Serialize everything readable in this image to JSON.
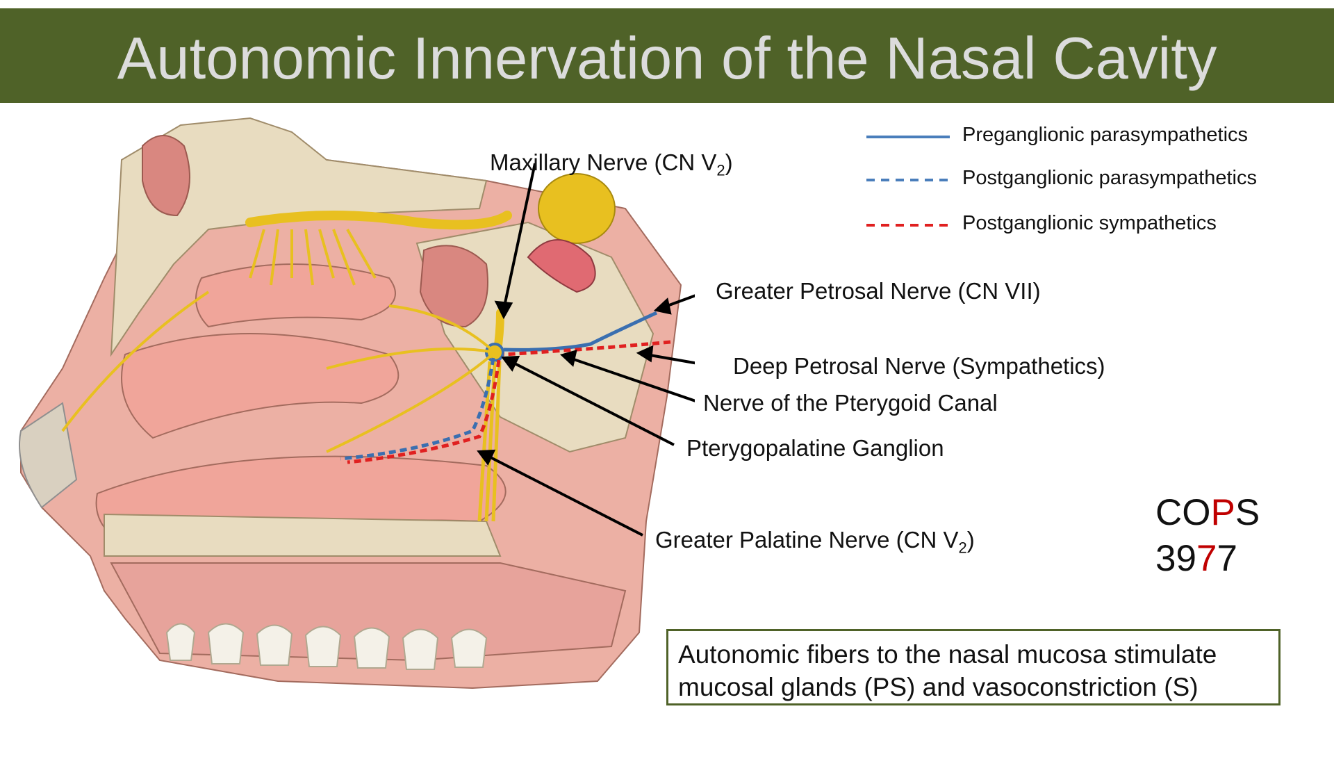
{
  "title": "Autonomic Innervation of the Nasal Cavity",
  "legend": [
    {
      "label": "Preganglionic parasympathetics",
      "color": "#4a7ebb",
      "style": "solid"
    },
    {
      "label": "Postganglionic parasympathetics",
      "color": "#4a7ebb",
      "style": "dashed"
    },
    {
      "label": "Postganglionic sympathetics",
      "color": "#e02020",
      "style": "dashed"
    }
  ],
  "labels": {
    "maxillary": {
      "main": "Maxillary Nerve (CN V",
      "sub": "2",
      "end": ")"
    },
    "greater_petrosal": "Greater Petrosal Nerve (CN VII)",
    "deep_petrosal": "Deep Petrosal Nerve (Sympathetics)",
    "pterygoid_canal": "Nerve of the Pterygoid Canal",
    "ganglion": "Pterygopalatine Ganglion",
    "greater_palatine": {
      "main": "Greater Palatine Nerve (CN V",
      "sub": "2",
      "end": ")"
    }
  },
  "mnemonic": {
    "line1": [
      "CO",
      "P",
      "S"
    ],
    "line2": [
      "39",
      "7",
      "7"
    ]
  },
  "note": "Autonomic fibers to the nasal mucosa stimulate mucosal glands (PS) and vasoconstriction (S)",
  "colors": {
    "title_bar": "#4f6228",
    "accent_red": "#c00000",
    "nerve": "#e8c020",
    "tissue": "#e89a90",
    "bone": "#e8dcc0"
  }
}
